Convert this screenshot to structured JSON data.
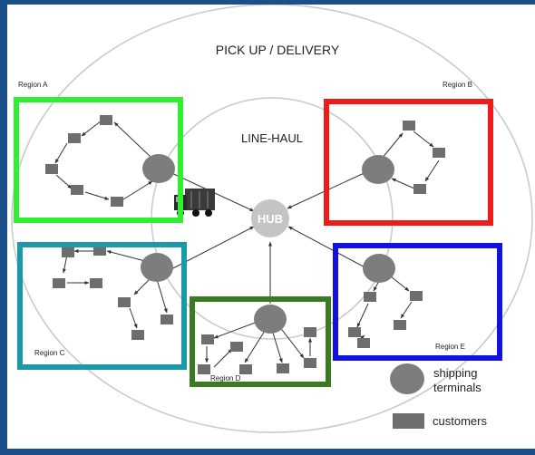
{
  "rings": {
    "outer_label": "PICK UP / DELIVERY",
    "inner_label": "LINE-HAUL"
  },
  "hub": {
    "label": "HUB"
  },
  "regions": [
    {
      "id": "A",
      "label": "Region A",
      "color": "#2ef02e"
    },
    {
      "id": "B",
      "label": "Region B",
      "color": "#ef1a1a"
    },
    {
      "id": "C",
      "label": "Region C",
      "color": "#1a9aa8"
    },
    {
      "id": "D",
      "label": "Region D",
      "color": "#3a7a22"
    },
    {
      "id": "E",
      "label": "Region E",
      "color": "#1111e0"
    }
  ],
  "legend": {
    "terminal_line1": "shipping",
    "terminal_line2": "terminals",
    "customers": "customers"
  },
  "colors": {
    "terminal": "#7d7d7d",
    "customer": "#6e6e6e",
    "hub": "#c4c4c4",
    "ring": "#c8c8c8",
    "arrow": "#333333"
  }
}
